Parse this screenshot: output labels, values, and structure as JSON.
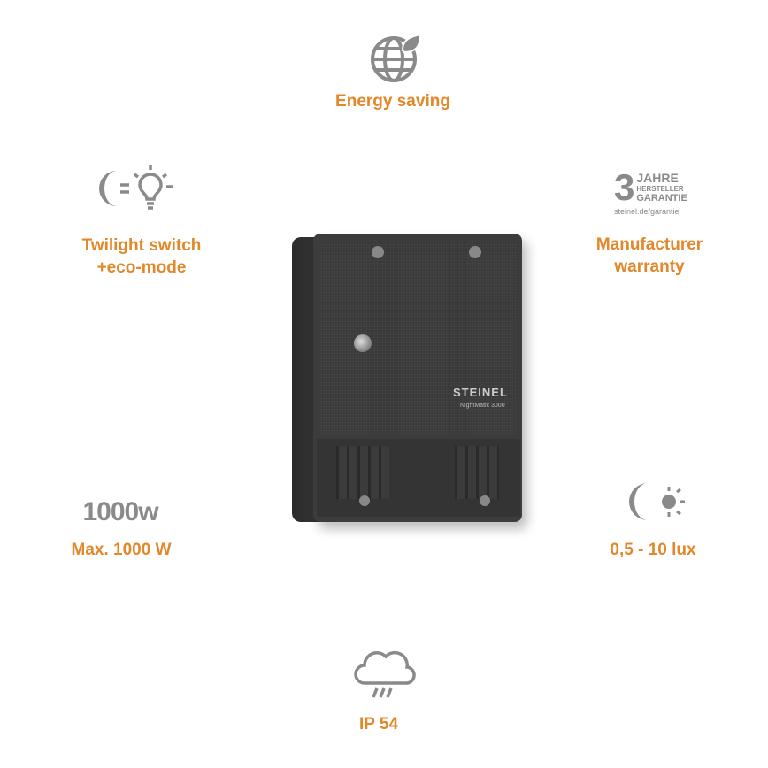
{
  "accent_color": "#e2872a",
  "icon_color": "#8a8a8a",
  "features": {
    "energy": {
      "label": "Energy saving",
      "icon": "globe-leaf-icon"
    },
    "twilight": {
      "label": "Twilight switch\n+eco-mode",
      "icon": "moon-equals-bulb-icon"
    },
    "warranty": {
      "label": "Manufacturer\nwarranty",
      "icon": "warranty-badge-icon",
      "badge_number": "3",
      "badge_line1": "JAHRE",
      "badge_line2": "HERSTELLER",
      "badge_line3": "GARANTIE",
      "badge_url": "steinel.de/garantie"
    },
    "power": {
      "label": "Max. 1000 W",
      "icon_text": "1000w"
    },
    "lux": {
      "label": "0,5 - 10 lux",
      "icon": "moon-sun-icon"
    },
    "ip": {
      "label": "IP 54",
      "icon": "cloud-rain-icon"
    }
  },
  "product": {
    "brand": "STEINEL",
    "model": "NightMatic 3000"
  }
}
